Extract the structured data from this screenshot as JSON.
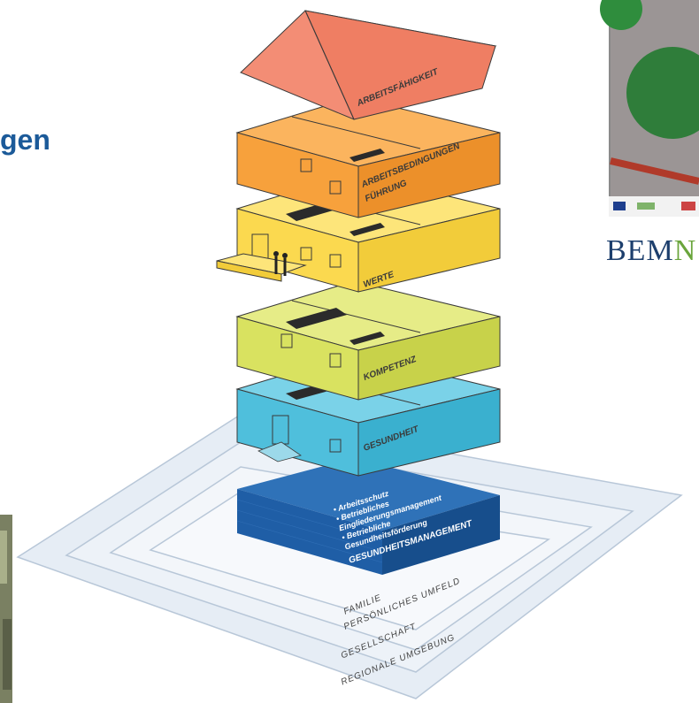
{
  "heading_fragment": "gen",
  "brand": {
    "part1": "BEM",
    "part2": "N"
  },
  "floors": {
    "roof": "ARBEITSFÄHIGKEIT",
    "conditions_line1": "ARBEITSBEDINGUNGEN",
    "conditions_line2": "FÜHRUNG",
    "values": "WERTE",
    "competence": "KOMPETENZ",
    "health": "GESUNDHEIT"
  },
  "foundation": {
    "title": "GESUNDHEITSMANAGEMENT",
    "items": [
      "• Arbeitsschutz",
      "• Betriebliches",
      "  Eingliederungsmanagement",
      "• Betriebliche",
      "  Gesundheitsförderung"
    ]
  },
  "rings": {
    "family": "FAMILIE",
    "personal": "PERSÖNLICHES UMFELD",
    "society": "GESELLSCHAFT",
    "regional": "REGIONALE UMGEBUNG"
  },
  "colors": {
    "roof": "#f0826a",
    "floor4": "#f7a13c",
    "floor3": "#fbd94f",
    "floor2": "#d9e260",
    "floor1": "#4fbfdc",
    "foundation": "#1f5ea6",
    "heading": "#1b5a99"
  }
}
